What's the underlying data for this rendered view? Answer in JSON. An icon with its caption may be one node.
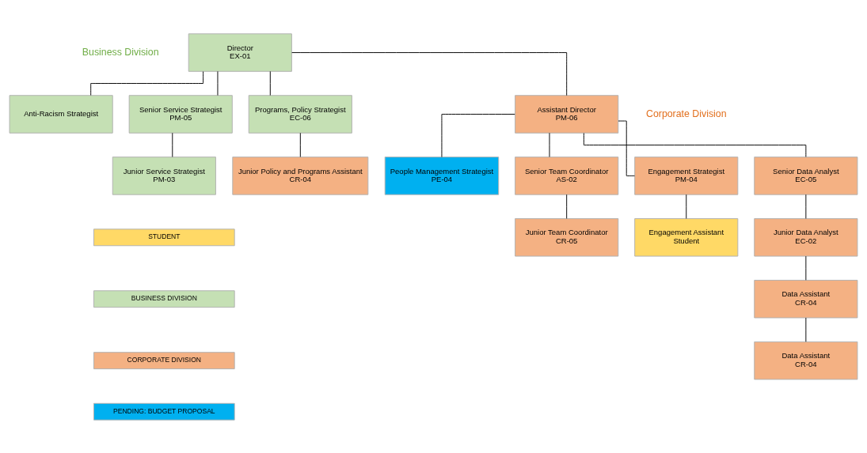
{
  "diagram": {
    "nodes": [
      {
        "text": [
          "Director",
          "EX-01"
        ]
      },
      {
        "text": [
          "Anti-Racism Strategist"
        ]
      },
      {
        "text": [
          "Senior Service Strategist",
          "PM-05"
        ]
      },
      {
        "text": [
          "Junior Service Strategist",
          "PM-03"
        ]
      },
      {
        "text": [
          "Programs, Policy Strategist",
          "EC-06"
        ]
      },
      {
        "text": [
          "Junior Policy and Programs Assistant",
          "CR-04"
        ]
      },
      {
        "text": [
          "Assistant Director",
          "PM-06"
        ]
      },
      {
        "text": [
          "People Management Strategist",
          "PE-04"
        ]
      },
      {
        "text": [
          "Senior Team Coordinator",
          "AS-02"
        ]
      },
      {
        "text": [
          "Junior Team Coordinator",
          "CR-05"
        ]
      },
      {
        "text": [
          "Engagement Strategist",
          "PM-04"
        ]
      },
      {
        "text": [
          "Engagement Assistant",
          "Student"
        ]
      },
      {
        "text": [
          "Senior Data Analyst",
          "EC-05"
        ]
      },
      {
        "text": [
          "Junior Data Analyst",
          "EC-02"
        ]
      },
      {
        "text": [
          "Data Assistant",
          "CR-04"
        ]
      },
      {
        "text": [
          "Data Assistant",
          "CR-04"
        ]
      }
    ],
    "edges": [
      {
        "from": 0,
        "to": 1,
        "arrow": "none"
      },
      {
        "from": 0,
        "to": 2,
        "arrow": "none"
      },
      {
        "from": 0,
        "to": 4,
        "arrow": "none"
      },
      {
        "from": 0,
        "to": 6,
        "arrow": "none"
      },
      {
        "from": 2,
        "to": 3,
        "arrow": "none"
      },
      {
        "from": 4,
        "to": 5,
        "arrow": "none"
      },
      {
        "from": 6,
        "to": 7,
        "arrow": "none"
      },
      {
        "from": 6,
        "to": 8,
        "arrow": "none"
      },
      {
        "from": 6,
        "to": 10,
        "arrow": "none"
      },
      {
        "from": 6,
        "to": 12,
        "arrow": "none"
      },
      {
        "from": 8,
        "to": 9,
        "arrow": "none"
      },
      {
        "from": 10,
        "to": 11,
        "arrow": "none"
      },
      {
        "from": 12,
        "to": 13,
        "arrow": "none"
      },
      {
        "from": 13,
        "to": 14,
        "arrow": "none"
      },
      {
        "from": 14,
        "to": 15,
        "arrow": "none"
      }
    ],
    "labels": [
      "Business Division",
      "Corporate Division"
    ],
    "legend": [
      {
        "text": "STUDENT",
        "color": "#ffd966"
      },
      {
        "text": "BUSINESS DIVISION",
        "color": "#c5e0b4"
      },
      {
        "text": "CORPORATE DIVISION",
        "color": "#f4b183"
      },
      {
        "text": "PENDING: BUDGET PROPOSAL",
        "color": "#00b0f0"
      }
    ]
  }
}
